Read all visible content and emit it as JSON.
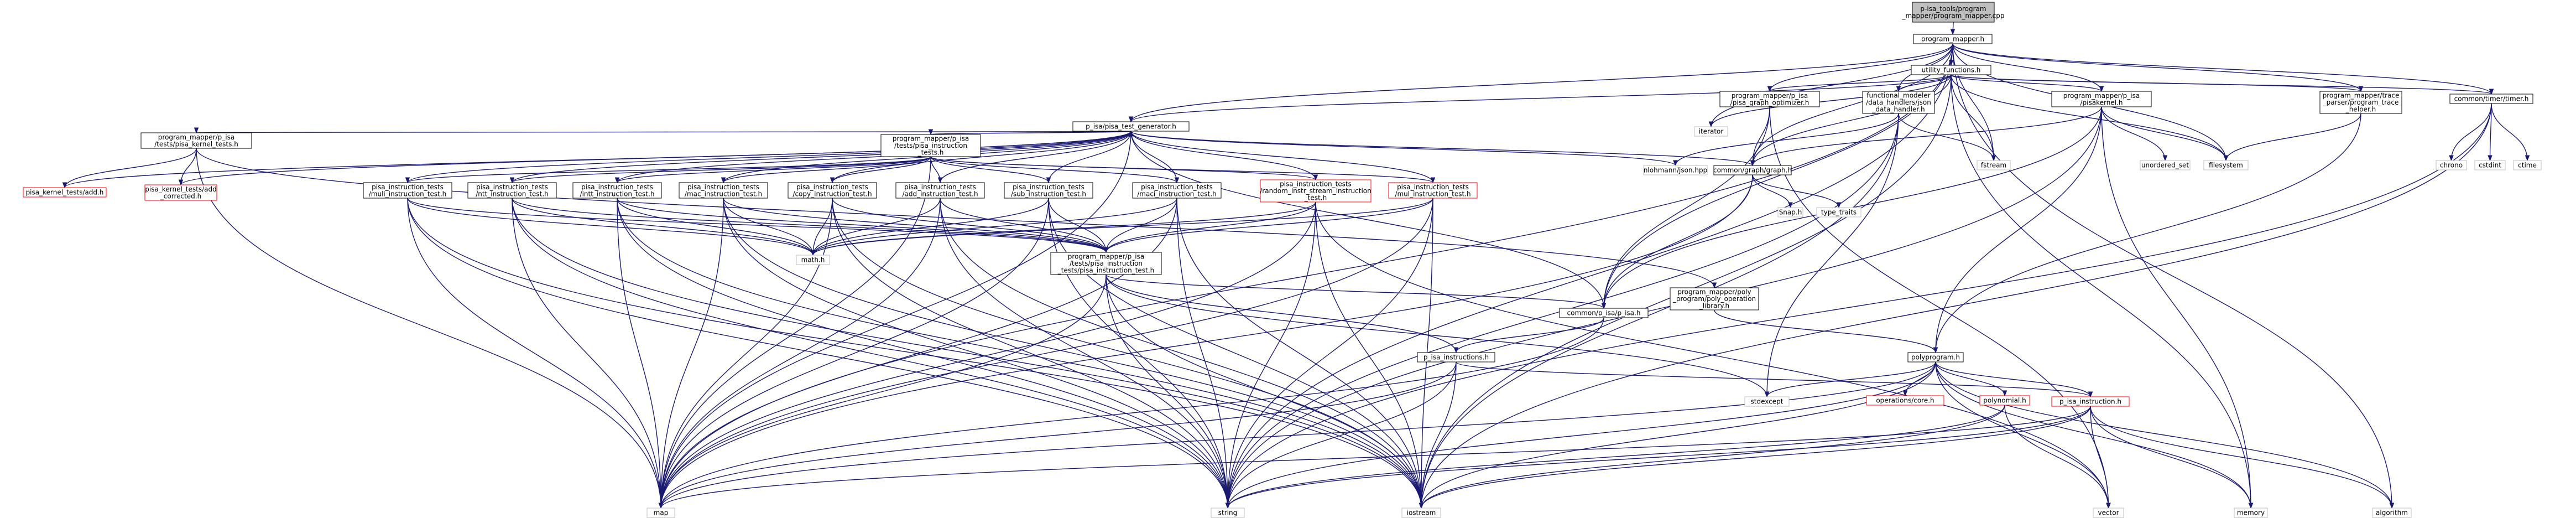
{
  "nodes": [
    {
      "id": "root",
      "lines": [
        "p-isa_tools/program",
        "_mapper/program_mapper.cpp"
      ],
      "style": "root"
    },
    {
      "id": "pm",
      "lines": [
        "program_mapper.h"
      ],
      "style": "box"
    },
    {
      "id": "uf",
      "lines": [
        "utility_functions.h"
      ],
      "style": "box"
    },
    {
      "id": "ptg",
      "lines": [
        "p_isa/pisa_test_generator.h"
      ],
      "style": "box"
    },
    {
      "id": "pgo",
      "lines": [
        "program_mapper/p_isa",
        "/pisa_graph_optimizer.h"
      ],
      "style": "box"
    },
    {
      "id": "fm",
      "lines": [
        "functional_modeler",
        "/data_handlers/json",
        "_data_handler.h"
      ],
      "style": "box"
    },
    {
      "id": "pk",
      "lines": [
        "program_mapper/p_isa",
        "/pisakernel.h"
      ],
      "style": "box"
    },
    {
      "id": "trace",
      "lines": [
        "program_mapper/trace",
        "_parser/program_trace",
        "_helper.h"
      ],
      "style": "box"
    },
    {
      "id": "timer",
      "lines": [
        "common/timer/timer.h"
      ],
      "style": "box"
    },
    {
      "id": "iterator",
      "lines": [
        "iterator"
      ],
      "style": "gray"
    },
    {
      "id": "fstream",
      "lines": [
        "fstream"
      ],
      "style": "gray"
    },
    {
      "id": "unordered_set",
      "lines": [
        "unordered_set"
      ],
      "style": "gray"
    },
    {
      "id": "filesystem",
      "lines": [
        "filesystem"
      ],
      "style": "gray"
    },
    {
      "id": "chrono",
      "lines": [
        "chrono"
      ],
      "style": "gray"
    },
    {
      "id": "cstdint",
      "lines": [
        "cstdint"
      ],
      "style": "gray"
    },
    {
      "id": "ctime",
      "lines": [
        "ctime"
      ],
      "style": "gray"
    },
    {
      "id": "nlohmann",
      "lines": [
        "nlohmann/json.hpp"
      ],
      "style": "gray"
    },
    {
      "id": "graph",
      "lines": [
        "common/graph/graph.h"
      ],
      "style": "box"
    },
    {
      "id": "snap",
      "lines": [
        "Snap.h"
      ],
      "style": "gray"
    },
    {
      "id": "type_traits",
      "lines": [
        "type_traits"
      ],
      "style": "gray"
    },
    {
      "id": "pkt",
      "lines": [
        "program_mapper/p_isa",
        "/tests/pisa_kernel_tests.h"
      ],
      "style": "box"
    },
    {
      "id": "pkadd",
      "lines": [
        "pisa_kernel_tests/add.h"
      ],
      "style": "red"
    },
    {
      "id": "pkaddc",
      "lines": [
        "pisa_kernel_tests/add",
        "_corrected.h"
      ],
      "style": "red"
    },
    {
      "id": "pit",
      "lines": [
        "program_mapper/p_isa",
        "/tests/pisa_instruction",
        "_tests.h"
      ],
      "style": "box"
    },
    {
      "id": "muli",
      "lines": [
        "pisa_instruction_tests",
        "/muli_instruction_test.h"
      ],
      "style": "box"
    },
    {
      "id": "ntt",
      "lines": [
        "pisa_instruction_tests",
        "/ntt_instruction_test.h"
      ],
      "style": "box"
    },
    {
      "id": "intt",
      "lines": [
        "pisa_instruction_tests",
        "/intt_instruction_test.h"
      ],
      "style": "box"
    },
    {
      "id": "mac",
      "lines": [
        "pisa_instruction_tests",
        "/mac_instruction_test.h"
      ],
      "style": "box"
    },
    {
      "id": "copy",
      "lines": [
        "pisa_instruction_tests",
        "/copy_instruction_test.h"
      ],
      "style": "box"
    },
    {
      "id": "add",
      "lines": [
        "pisa_instruction_tests",
        "/add_instruction_test.h"
      ],
      "style": "box"
    },
    {
      "id": "sub",
      "lines": [
        "pisa_instruction_tests",
        "/sub_instruction_test.h"
      ],
      "style": "box"
    },
    {
      "id": "maci",
      "lines": [
        "pisa_instruction_tests",
        "/maci_instruction_test.h"
      ],
      "style": "box"
    },
    {
      "id": "rand",
      "lines": [
        "pisa_instruction_tests",
        "/random_instr_stream_instruction",
        "_test.h"
      ],
      "style": "red"
    },
    {
      "id": "mul",
      "lines": [
        "pisa_instruction_tests",
        "/mul_instruction_test.h"
      ],
      "style": "red"
    },
    {
      "id": "math",
      "lines": [
        "math.h"
      ],
      "style": "gray"
    },
    {
      "id": "pitest",
      "lines": [
        "program_mapper/p_isa",
        "/tests/pisa_instruction",
        "_tests/pisa_instruction_test.h"
      ],
      "style": "box"
    },
    {
      "id": "cpisa",
      "lines": [
        "common/p_isa/p_isa.h"
      ],
      "style": "box"
    },
    {
      "id": "poly",
      "lines": [
        "program_mapper/poly",
        "_program/poly_operation",
        "_library.h"
      ],
      "style": "box"
    },
    {
      "id": "pinstr",
      "lines": [
        "p_isa_instructions.h"
      ],
      "style": "box"
    },
    {
      "id": "polyprogram",
      "lines": [
        "polyprogram.h"
      ],
      "style": "box"
    },
    {
      "id": "stdexcept",
      "lines": [
        "stdexcept"
      ],
      "style": "gray"
    },
    {
      "id": "opcore",
      "lines": [
        "operations/core.h"
      ],
      "style": "red"
    },
    {
      "id": "polynomial",
      "lines": [
        "polynomial.h"
      ],
      "style": "red"
    },
    {
      "id": "pinstruction",
      "lines": [
        "p_isa_instruction.h"
      ],
      "style": "red"
    },
    {
      "id": "map",
      "lines": [
        "map"
      ],
      "style": "gray"
    },
    {
      "id": "string",
      "lines": [
        "string"
      ],
      "style": "gray"
    },
    {
      "id": "iostream",
      "lines": [
        "iostream"
      ],
      "style": "gray"
    },
    {
      "id": "vector",
      "lines": [
        "vector"
      ],
      "style": "gray"
    },
    {
      "id": "memory",
      "lines": [
        "memory"
      ],
      "style": "gray"
    },
    {
      "id": "algorithm",
      "lines": [
        "algorithm"
      ],
      "style": "gray"
    }
  ],
  "colors": {
    "edge": "#191970",
    "box_border": "#000000",
    "gray_border": "#bfbfbf",
    "red_border": "#ff0000",
    "root_fill": "#bfbfbf"
  }
}
